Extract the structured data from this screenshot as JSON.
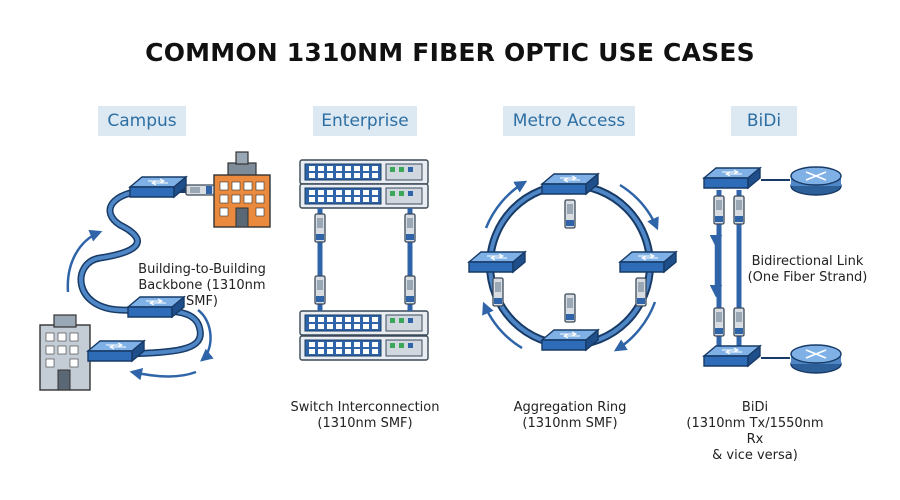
{
  "title": "COMMON 1310NM FIBER OPTIC USE CASES",
  "sections": {
    "campus": {
      "tag": "Campus",
      "caption_line1": "Building-to-Building",
      "caption_line2": "Backbone (1310nm SMF)"
    },
    "enterprise": {
      "tag": "Enterprise",
      "caption_line1": "Switch Interconnection",
      "caption_line2": "(1310nm SMF)"
    },
    "metro": {
      "tag": "Metro Access",
      "caption_line1": "Aggregation Ring",
      "caption_line2": "(1310nm SMF)"
    },
    "bidi": {
      "tag": "BiDi",
      "link_line1": "Bidirectional Link",
      "link_line2": "(One Fiber Strand)",
      "caption_line1": "BiDi",
      "caption_line2": "(1310nm Tx/1550nm Rx",
      "caption_line3": "& vice versa)"
    }
  },
  "colors": {
    "fiber": "#2f65a8",
    "fiber_dark": "#173a66",
    "switch": "#3a78c2",
    "tag_bg": "#dce8f2",
    "tag_text": "#2d6fa3",
    "building_orange": "#e98a3f",
    "building_gray": "#c4cdd6",
    "router": "#4f86c6"
  },
  "icons": [
    "building-icon",
    "switch-icon",
    "sfp-transceiver-icon",
    "rack-switch-icon",
    "router-icon",
    "arrow-icon"
  ]
}
